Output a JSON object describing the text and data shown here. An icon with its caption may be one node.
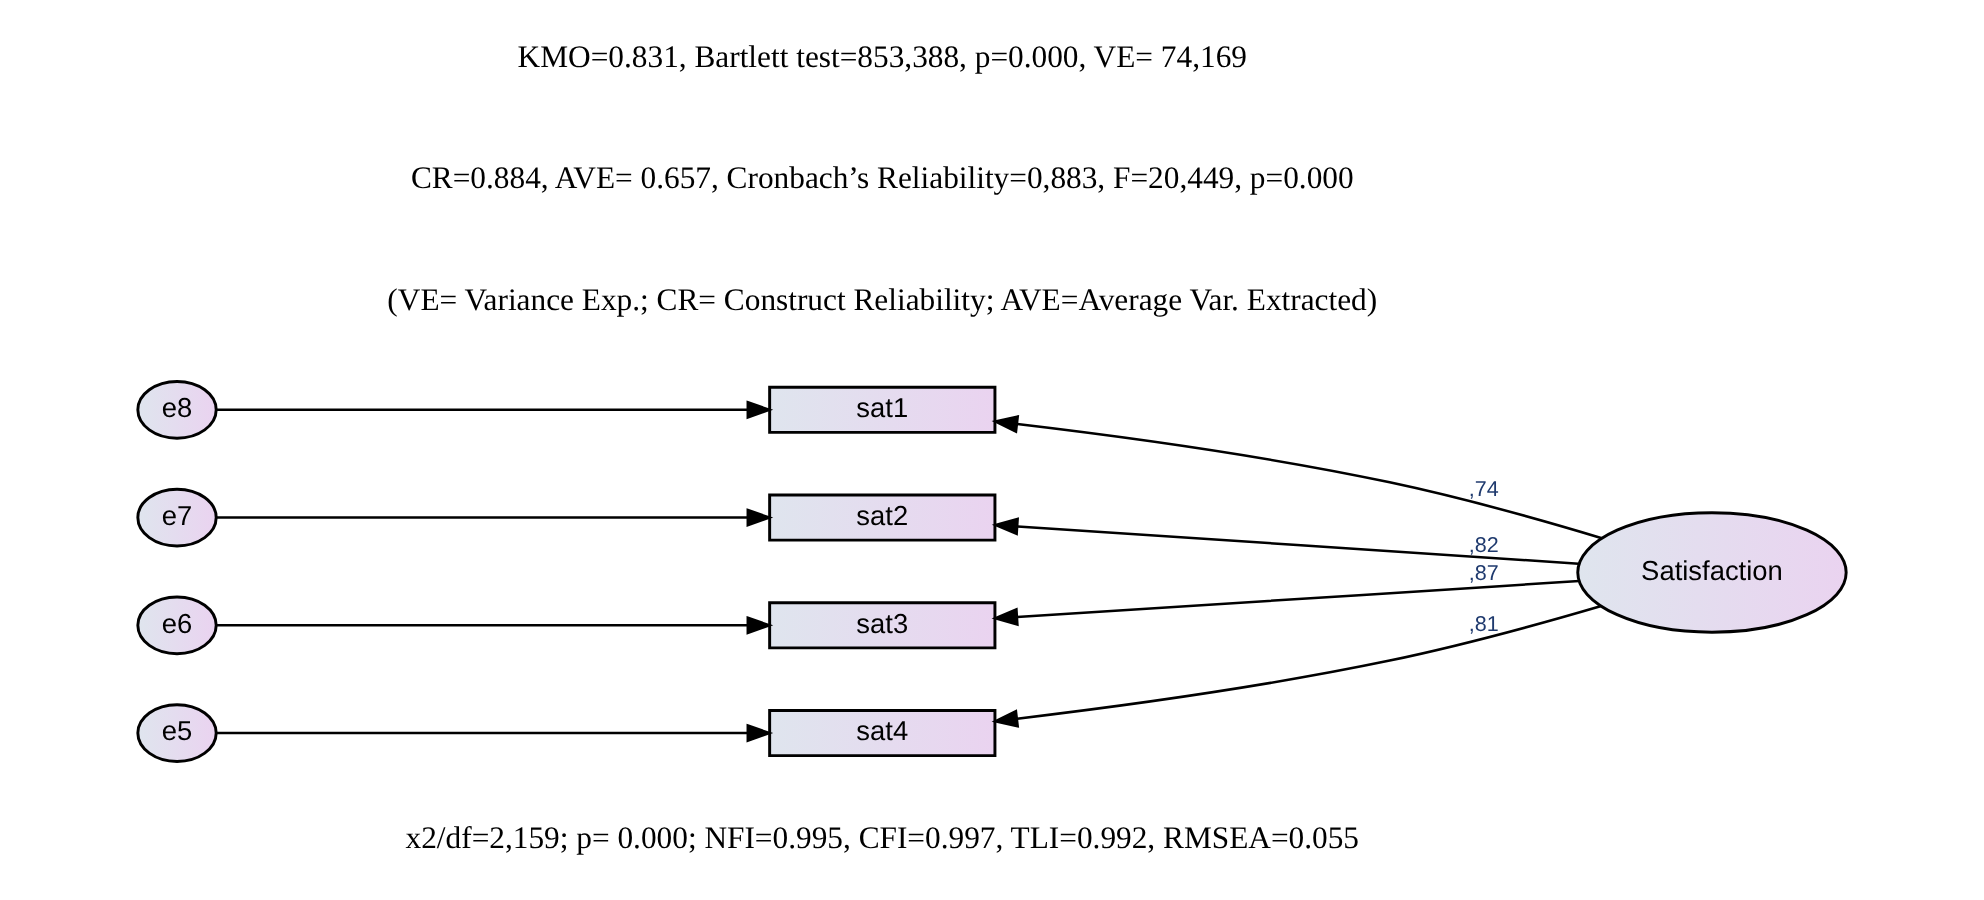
{
  "diagram": {
    "nodes": [
      {
        "text": [
          "e8"
        ]
      },
      {
        "text": [
          "sat1"
        ]
      },
      {
        "text": [
          "e7"
        ]
      },
      {
        "text": [
          "sat2"
        ]
      },
      {
        "text": [
          "e6"
        ]
      },
      {
        "text": [
          "sat3"
        ]
      },
      {
        "text": [
          "e5"
        ]
      },
      {
        "text": [
          "sat4"
        ]
      },
      {
        "text": [
          "Satisfaction"
        ]
      }
    ],
    "edges": [
      {
        "from": 0,
        "to": 1,
        "arrow": "to"
      },
      {
        "from": 2,
        "to": 3,
        "arrow": "to"
      },
      {
        "from": 4,
        "to": 5,
        "arrow": "to"
      },
      {
        "from": 6,
        "to": 7,
        "arrow": "to"
      },
      {
        "from": 8,
        "to": 1,
        "arrow": "to",
        "label": ",74"
      },
      {
        "from": 8,
        "to": 3,
        "arrow": "to",
        "label": ",82"
      },
      {
        "from": 8,
        "to": 5,
        "arrow": "to",
        "label": ",87"
      },
      {
        "from": 8,
        "to": 7,
        "arrow": "to",
        "label": ",81"
      }
    ],
    "labels": [
      "KMO=0.831, Bartlett test=853,388, p=0.000, VE= 74,169",
      "CR=0.884, AVE= 0.657, Cronbach’s Reliability=0,883, F=20,449, p=0.000",
      "(VE= Variance Exp.; CR= Construct Reliability; AVE=Average Var. Extracted)",
      "x2/df=2,159; p= 0.000; NFI=0.995, CFI=0.997, TLI=0.992, RMSEA=0.055"
    ]
  }
}
